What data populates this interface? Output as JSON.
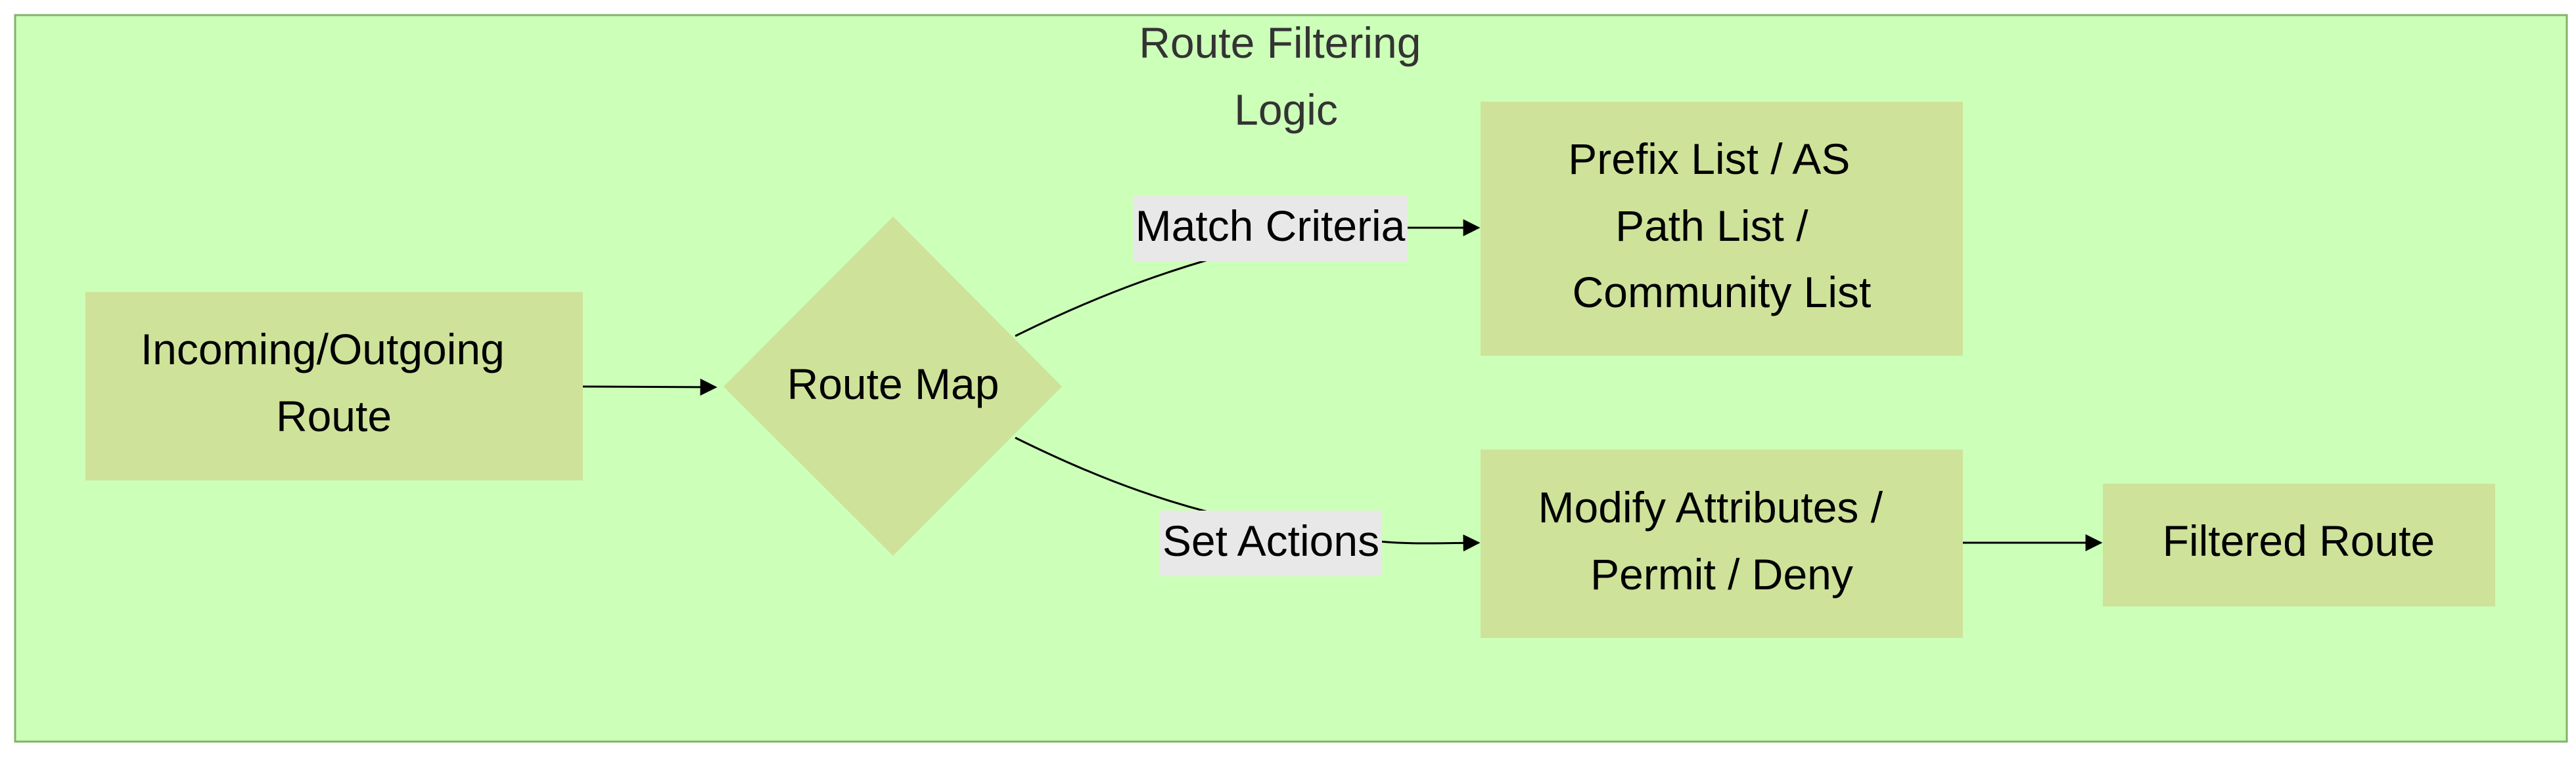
{
  "diagram": {
    "title_lines": [
      "Route Filtering",
      "Logic"
    ],
    "colors": {
      "frame_fill": "#ccffb8",
      "frame_stroke": "#81b366",
      "node_fill": "#cee29a",
      "edge_label_bg": "#e8e8e8",
      "edge_stroke": "#000000",
      "title_text": "#333333",
      "node_text": "#000000"
    },
    "nodes": {
      "incoming": {
        "lines": [
          "Incoming/Outgoing",
          "Route"
        ]
      },
      "route_map": {
        "lines": [
          "Route Map"
        ]
      },
      "prefix_list": {
        "lines": [
          "Prefix List / AS",
          "Path List /",
          "Community List"
        ]
      },
      "modify": {
        "lines": [
          "Modify Attributes /",
          "Permit / Deny"
        ]
      },
      "filtered": {
        "lines": [
          "Filtered Route"
        ]
      }
    },
    "edges": {
      "match": {
        "label": "Match Criteria"
      },
      "set": {
        "label": "Set Actions"
      }
    }
  }
}
